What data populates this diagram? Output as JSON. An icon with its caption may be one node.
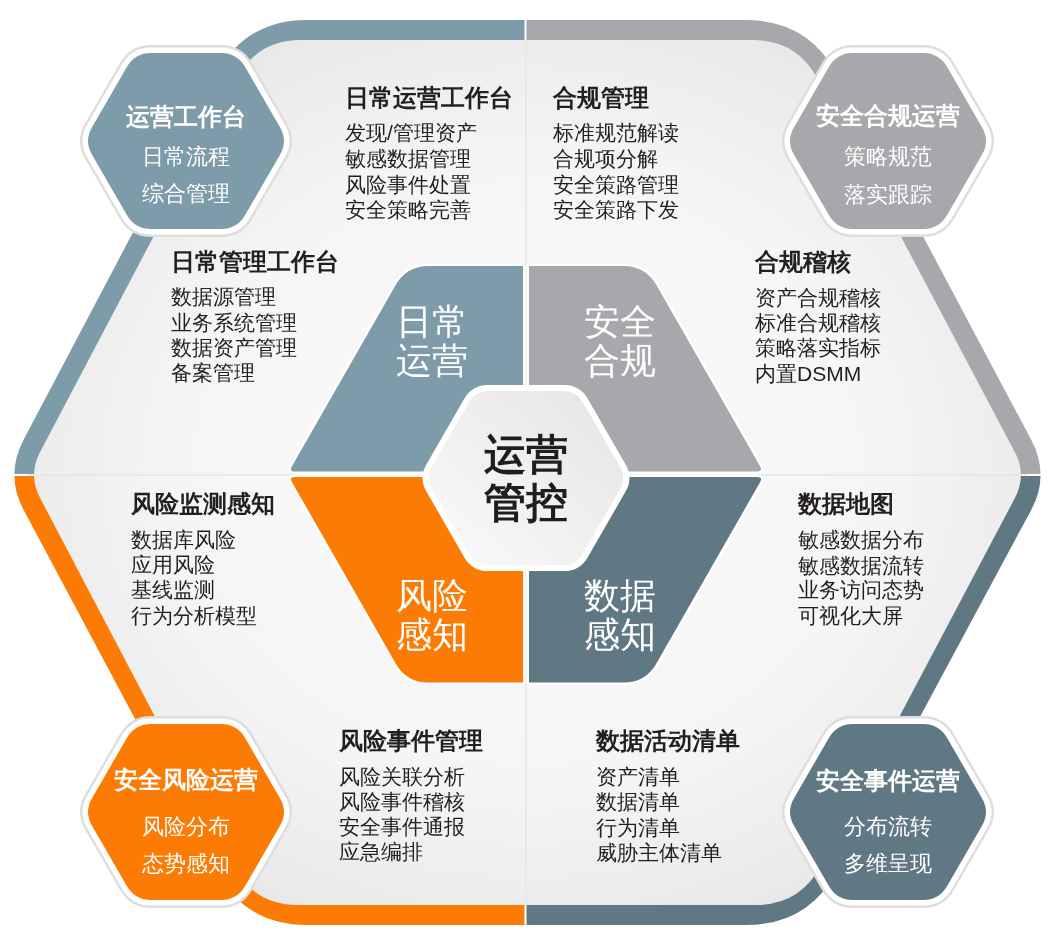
{
  "diagram": {
    "nodes": [
      {
        "text": [
          "运营工作台",
          "日常流程",
          "综合管理"
        ]
      },
      {
        "text": [
          "安全合规运营",
          "策略规范",
          "落实跟踪"
        ]
      },
      {
        "text": [
          "日常运营"
        ]
      },
      {
        "text": [
          "安全合规"
        ]
      },
      {
        "text": [
          "运营管控"
        ]
      },
      {
        "text": [
          "风险感知"
        ]
      },
      {
        "text": [
          "数据感知"
        ]
      },
      {
        "text": [
          "安全风险运营",
          "风险分布",
          "态势感知"
        ]
      },
      {
        "text": [
          "安全事件运营",
          "分布流转",
          "多维呈现"
        ]
      }
    ],
    "labels": [
      "日常运营工作台",
      "发现/管理资产",
      "敏感数据管理",
      "风险事件处置",
      "安全策略完善",
      "合规管理",
      "标准规范解读",
      "合规项分解",
      "安全策路管理",
      "安全策路下发",
      "日常管理工作台",
      "数据源管理",
      "业务系统管理",
      "数据资产管理",
      "备案管理",
      "合规稽核",
      "资产合规稽核",
      "标准合规稽核",
      "策略落实指标",
      "内置DSMM",
      "风险监测感知",
      "数据库风险",
      "应用风险",
      "基线监测",
      "行为分析模型",
      "数据地图",
      "敏感数据分布",
      "敏感数据流转",
      "业务访问态势",
      "可视化大屏",
      "风险事件管理",
      "风险关联分析",
      "风险事件稽核",
      "安全事件通报",
      "应急编排",
      "数据活动清单",
      "资产清单",
      "数据清单",
      "行为清单",
      "威胁主体清单"
    ]
  }
}
